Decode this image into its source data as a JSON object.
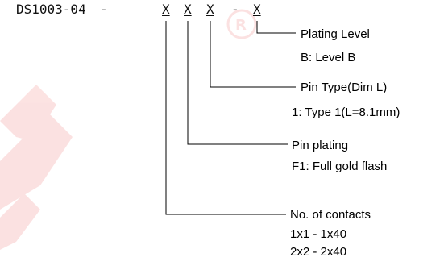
{
  "code": {
    "prefix": "DS1003-04",
    "sep1": "-",
    "x1": "X",
    "x2": "X",
    "x3": "X",
    "sep2": "-",
    "x4": "X"
  },
  "callouts": [
    {
      "title": "Plating Level",
      "lines": [
        "B: Level B"
      ]
    },
    {
      "title": "Pin Type(Dim L)",
      "lines": [
        "1: Type 1(L=8.1mm)"
      ]
    },
    {
      "title": "Pin plating",
      "lines": [
        "F1: Full gold flash"
      ]
    },
    {
      "title": "No. of contacts",
      "lines": [
        "1x1 - 1x40",
        "2x2 - 2x40"
      ]
    }
  ],
  "colors": {
    "watermark": "#e8231f",
    "line": "#000000"
  }
}
